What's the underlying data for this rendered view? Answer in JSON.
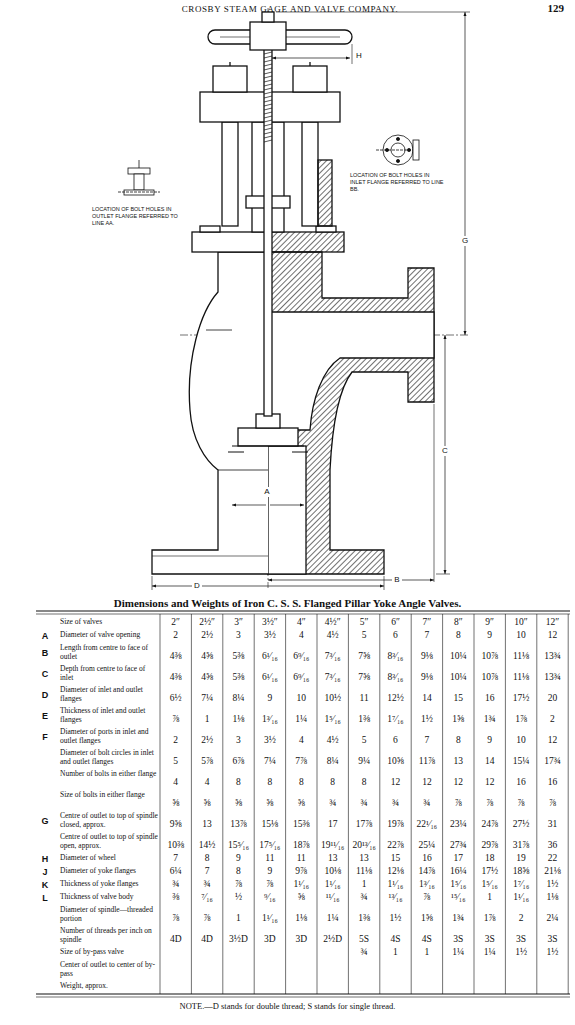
{
  "diagram": {
    "title": "Dimensions and Weights of Iron C. S. S. Flanged Pillar Yoke Angle Valves.",
    "caption": "NOTE.—D stands for double thread; S stands for single thread.",
    "labels": [
      "CROSBY STEAM GAGE AND VALVE COMPANY.",
      "129",
      "LOCATION OF BOLT HOLES IN OUTLET FLANGE REFERRED TO LINE AA.",
      "LOCATION OF BOLT HOLES IN INLET FLANGE REFERRED TO LINE BB.",
      "H",
      "G",
      "C",
      "B",
      "D",
      "A",
      "A",
      "B",
      "C",
      "D",
      "E",
      "F",
      "G",
      "H",
      "J",
      "K",
      "L",
      "Size of valves",
      "Diameter of valve opening",
      "Length from centre to face of outlet",
      "Depth from centre to face of inlet",
      "Diameter of inlet and outlet flanges",
      "Thickness of inlet and outlet flanges",
      "Diameter of ports in inlet and outlet flanges",
      "Diameter of bolt circles in inlet and outlet flanges",
      "Number of bolts in either flange",
      "Size of bolts in either flange",
      "Centre of outlet to top of spindle closed, approx.",
      "Centre of outlet to top of spindle open, approx.",
      "Diameter of wheel",
      "Diameter of yoke flanges",
      "Thickness of yoke flanges",
      "Thickness of valve body",
      "Diameter of spindle—threaded portion",
      "Number of threads per inch on spindle",
      "Size of by-pass valve",
      "Center of outlet to center of by-pass",
      "Weight, approx.",
      "2″",
      "2½″",
      "3″",
      "3½″",
      "4″",
      "4½″",
      "5″",
      "6″",
      "7″",
      "8″",
      "9″",
      "10″",
      "12″",
      "2",
      "2½",
      "3",
      "3½",
      "4",
      "4½",
      "5",
      "6",
      "7",
      "8",
      "9",
      "10",
      "12",
      "4⅜",
      "4⅝",
      "5⅜",
      "6¹⁄₁₆",
      "6⁹⁄₁₆",
      "7³⁄₁₆",
      "7⅝",
      "8³⁄₁₆",
      "9⅛",
      "10¼",
      "10⅞",
      "11⅛",
      "13¾",
      "4⅜",
      "4⅝",
      "5⅜",
      "6¹⁄₁₆",
      "6⁹⁄₁₆",
      "7³⁄₁₆",
      "7⅝",
      "8³⁄₁₆",
      "9⅛",
      "10¼",
      "10⅞",
      "11⅛",
      "13¾",
      "6½",
      "7¼",
      "8¼",
      "9",
      "10",
      "10½",
      "11",
      "12½",
      "14",
      "15",
      "16",
      "17½",
      "20",
      "⅞",
      "1",
      "1⅛",
      "1³⁄₁₆",
      "1¼",
      "1⁵⁄₁₆",
      "1⅜",
      "1⁷⁄₁₆",
      "1½",
      "1⅝",
      "1¾",
      "1⅞",
      "2",
      "2",
      "2½",
      "3",
      "3½",
      "4",
      "4½",
      "5",
      "6",
      "7",
      "8",
      "9",
      "10",
      "12",
      "5",
      "5⅞",
      "6⅞",
      "7¼",
      "7⅞",
      "8¼",
      "9¼",
      "10⅝",
      "11⅞",
      "13",
      "14",
      "15¼",
      "17¾",
      "4",
      "4",
      "8",
      "8",
      "8",
      "8",
      "8",
      "12",
      "12",
      "12",
      "12",
      "16",
      "16",
      "⅝",
      "⅝",
      "⅝",
      "⅝",
      "⅝",
      "¾",
      "¾",
      "¾",
      "¾",
      "⅞",
      "⅞",
      "⅞",
      "⅞",
      "9⅝",
      "13",
      "13⅞",
      "15⅛",
      "15⅜",
      "17",
      "17⅞",
      "19⅞",
      "22¹⁄₁₆",
      "23¼",
      "24⅞",
      "27½",
      "31",
      "10⅜",
      "14½",
      "15⁵⁄₁₆",
      "17⁵⁄₁₆",
      "18⅞",
      "19¹¹⁄₁₆",
      "20¹³⁄₁₆",
      "22⅞",
      "25¼",
      "27¾",
      "29⅞",
      "31⅞",
      "36",
      "7",
      "8",
      "9",
      "11",
      "11",
      "13",
      "13",
      "15",
      "16",
      "17",
      "18",
      "19",
      "22",
      "6¼",
      "7",
      "8",
      "9",
      "9⅞",
      "10⅛",
      "11⅛",
      "12⅛",
      "14⅞",
      "16¼",
      "17½",
      "18⅝",
      "21⅛",
      "¾",
      "¾",
      "⅞",
      "⅞",
      "1¹⁄₁₆",
      "1¹⁄₁₆",
      "1",
      "1¹⁄₁₆",
      "1³⁄₁₆",
      "1⁵⁄₁₆",
      "1⁵⁄₁₆",
      "1⁷⁄₁₆",
      "1½",
      "⅜",
      "⁷⁄₁₆",
      "½",
      "⁹⁄₁₆",
      "⅝",
      "¹¹⁄₁₆",
      "¾",
      "¹³⁄₁₆",
      "⅞",
      "¹⁵⁄₁₆",
      "1",
      "1¹⁄₁₆",
      "1⅛",
      "⅞",
      "⅞",
      "1",
      "1¹⁄₁₆",
      "1⅛",
      "1¼",
      "1⅜",
      "1½",
      "1⅝",
      "1¾",
      "1⅞",
      "2",
      "2¼",
      "4D",
      "4D",
      "3½D",
      "3D",
      "3D",
      "2½D",
      "5S",
      "4S",
      "4S",
      "3S",
      "3S",
      "3S",
      "3S",
      "¾",
      "1",
      "1",
      "1¼",
      "1¼",
      "1½",
      "1½"
    ]
  }
}
